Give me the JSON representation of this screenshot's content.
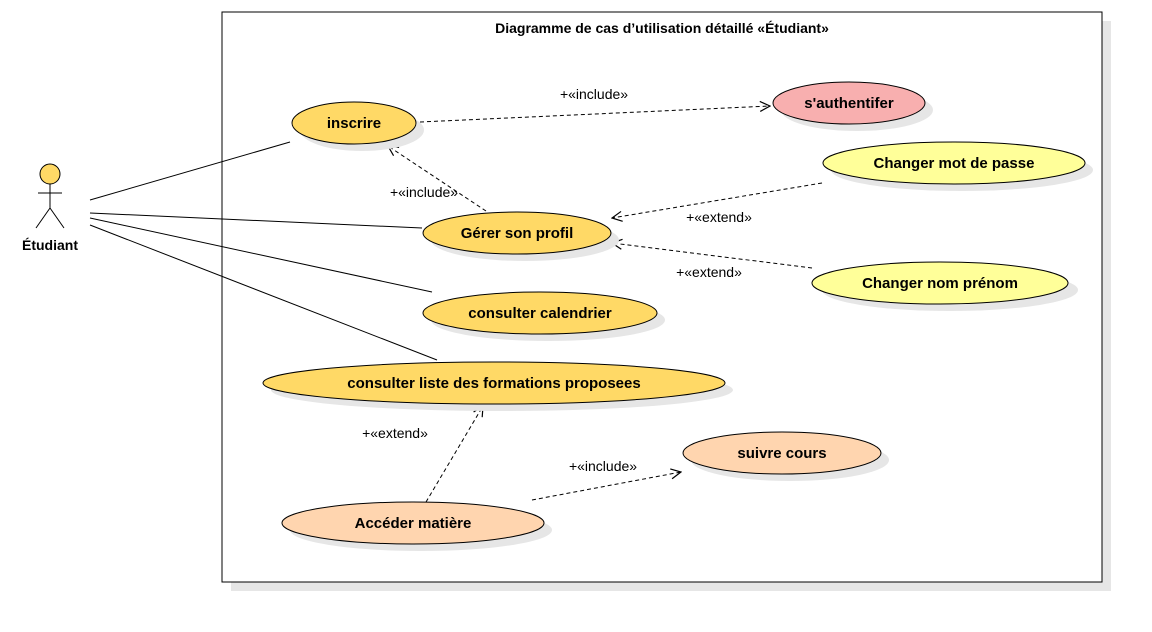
{
  "diagram": {
    "title": "Diagramme de cas d’utilisation  détaillé «Étudiant»",
    "actor": {
      "label": "Étudiant"
    },
    "use_cases": {
      "inscrire": "inscrire",
      "authentifier": "s'authentifer",
      "changer_mdp": "Changer mot de passe",
      "gerer_profil": "Gérer son profil",
      "changer_nom": "Changer nom prénom",
      "calendrier": "consulter calendrier",
      "formations": "consulter liste des formations proposees",
      "suivre_cours": "suivre cours",
      "acceder_matiere": "Accéder matière"
    },
    "relations": {
      "include_auth": "+«include»",
      "include_inscrire": "+«include»",
      "extend_mdp": "+«extend»",
      "extend_nom": "+«extend»",
      "extend_formations": "+«extend»",
      "include_cours": "+«include»"
    },
    "colors": {
      "primary_fill": "#FFD966",
      "accent_fill": "#F8AFAF",
      "light_fill": "#FFFF99",
      "peach_fill": "#FFD5AF",
      "stroke": "#000000",
      "shadow": "#E6E6E6"
    }
  }
}
